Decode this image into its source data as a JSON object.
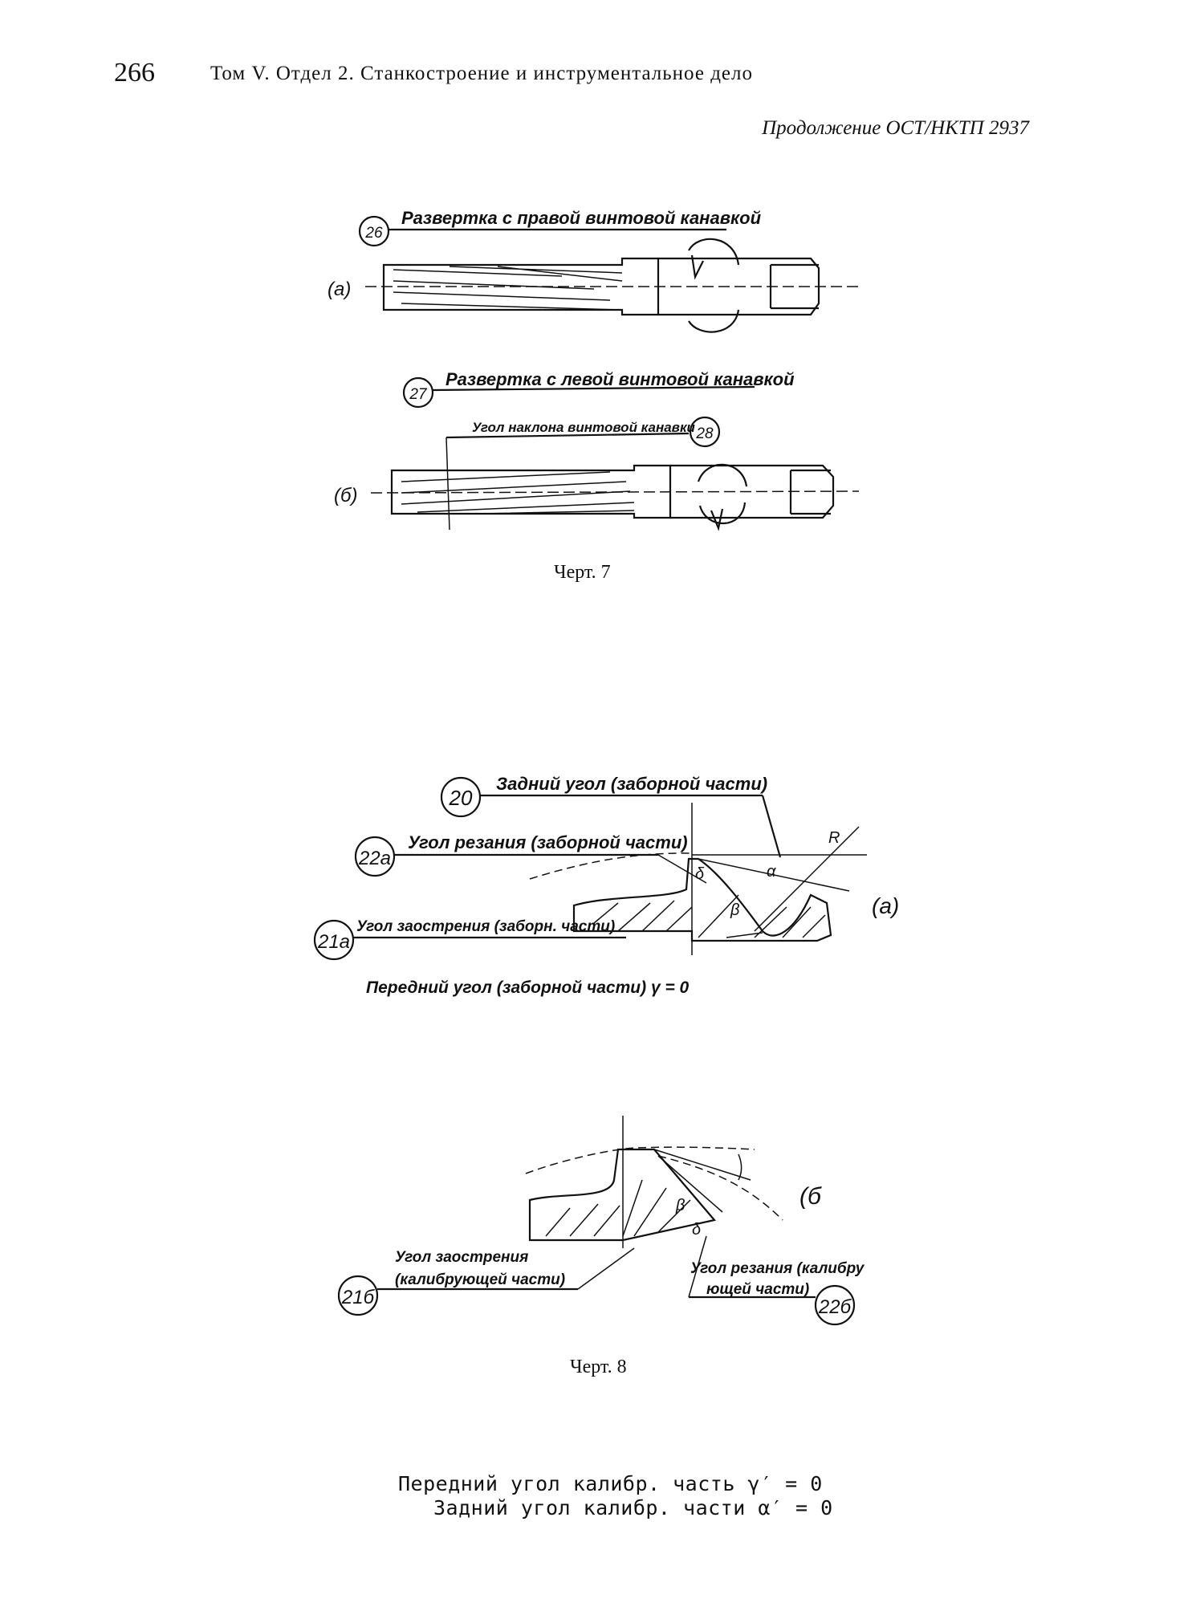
{
  "header": {
    "page_number": "266",
    "running_title": "Том V. Отдел 2. Станкостроение и инструментальное дело",
    "continuation": "Продолжение ОСТ/НКТП 2937"
  },
  "figure7": {
    "label_a_num": "26",
    "label_a_text": "Развертка с правой винтовой канавкой",
    "view_a": "(а)",
    "label_b_num": "27",
    "label_b_text": "Развертка с левой винтовой канавкой",
    "label_c_num": "28",
    "label_c_text": "Угол наклона винтовой канавки",
    "view_b": "(б)",
    "caption": "Черт. 7"
  },
  "figure8": {
    "l20_num": "20",
    "l20_text": "Задний угол (заборной части)",
    "l22a_num": "22а",
    "l22a_text": "Угол резания (заборной части)",
    "l21a_num": "21а",
    "l21a_text": "Угол заострения (заборн. части)",
    "front_angle": "Передний угол (заборной части) γ = 0",
    "view_a": "(а)",
    "view_b": "(б",
    "sym_R": "R",
    "sym_alpha": "α",
    "sym_beta": "β",
    "sym_delta": "δ",
    "l21b_num": "21б",
    "l21b_line1": "Угол заострения",
    "l21b_line2": "(калибрующей части)",
    "l22b_num": "22б",
    "l22b_line1": "Угол резания (калибру",
    "l22b_line2": "ющей части)",
    "caption": "Черт. 8"
  },
  "footer": {
    "line1": "Передний угол калибр. часть γ′ = 0",
    "line2": "Задний угол калибр. части α′ = 0"
  }
}
